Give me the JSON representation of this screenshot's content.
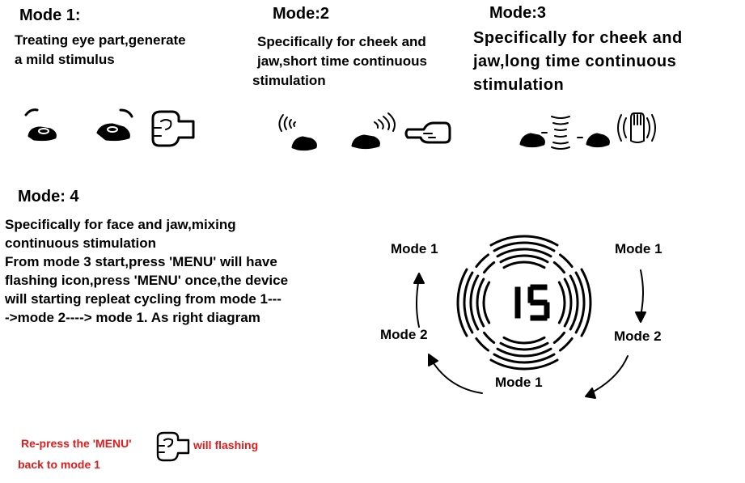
{
  "mode1": {
    "title": "Mode 1:",
    "lines": [
      "Treating eye part,generate",
      "a mild stimulus"
    ],
    "icons": [
      "pad-icon",
      "pad-icon",
      "fist-icon"
    ]
  },
  "mode2": {
    "title": "Mode:2",
    "lines": [
      "Specifically for cheek and",
      "jaw,short time continuous",
      "stimulation"
    ],
    "icons": [
      "pad-wave-icon",
      "pad-wave-icon",
      "pointing-hand-icon"
    ]
  },
  "mode3": {
    "title": "Mode:3",
    "lines": [
      "Specifically for cheek and",
      "jaw,long time continuous",
      "stimulation"
    ],
    "icons": [
      "pad-icon",
      "wave-icon",
      "pad-icon",
      "palm-hand-icon"
    ]
  },
  "mode4": {
    "title": "Mode: 4",
    "lines": [
      "Specifically for face and jaw,mixing",
      "continuous stimulation",
      "From mode 3 start,press 'MENU' will have",
      "flashing icon,press 'MENU' once,the device",
      "will starting repleat cycling from mode 1---",
      "->mode 2----> mode 1. As right diagram"
    ]
  },
  "diagram": {
    "display_value": "15",
    "labels": {
      "top_left": "Mode 1",
      "top_right": "Mode 1",
      "left": "Mode 2",
      "right": "Mode 2",
      "bottom": "Mode 1"
    },
    "icons": [
      "arrow-icon",
      "arrow-icon",
      "arrow-icon",
      "arrow-icon"
    ]
  },
  "footer": {
    "line1": "Re-press the 'MENU'",
    "icon": "fist-icon",
    "after_icon": "will flashing",
    "line2": "back to mode 1",
    "color": "#e21b1b"
  }
}
